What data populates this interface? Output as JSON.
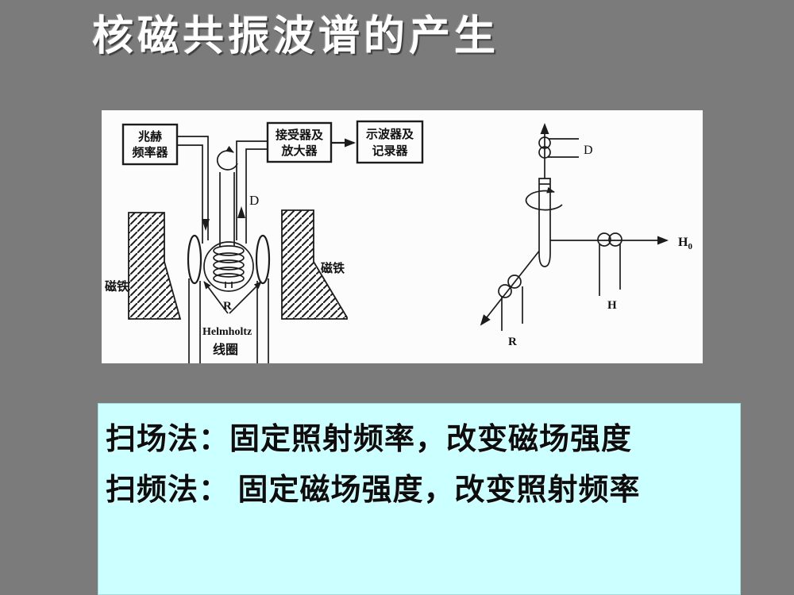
{
  "slide": {
    "title": "核磁共振波谱的产生"
  },
  "colors": {
    "slide_background": "#7b7b7b",
    "diagram_background": "#fcfcfc",
    "notes_background": "#ccffff",
    "ink": "#1c1c1c",
    "title_text": "#ffffff",
    "notes_text": "#0d0d0d"
  },
  "diagram": {
    "boxes": [
      {
        "line1": "兆赫",
        "line2": "频率器"
      },
      {
        "line1": "接受器及",
        "line2": "放大器"
      },
      {
        "line1": "示波器及",
        "line2": "记录器"
      }
    ],
    "left": {
      "magnet_left_label": "磁铁",
      "magnet_right_label": "磁铁",
      "detector_wire_label": "D",
      "receiver_coil_label": "R",
      "helmholtz_line1": "Helmholtz",
      "helmholtz_line2": "线圈"
    },
    "right": {
      "detector_coil_label": "D",
      "field_axis_label_main": "H",
      "field_axis_label_sub": "0",
      "sweep_coil_label": "H",
      "receiver_coil_label": "R"
    }
  },
  "notes": {
    "lines": [
      "扫场法：固定照射频率，改变磁场强度",
      "扫频法： 固定磁场强度，改变照射频率"
    ]
  }
}
